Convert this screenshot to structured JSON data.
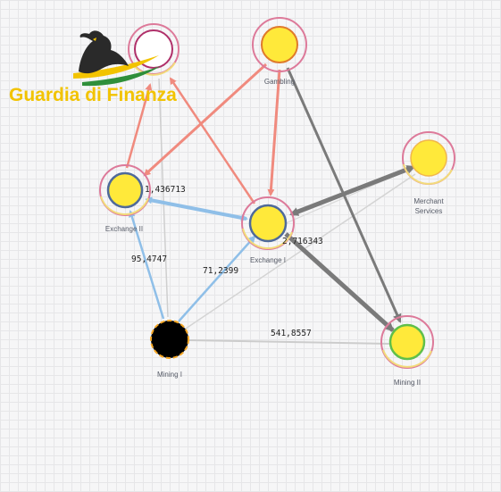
{
  "brand": {
    "text": "Guardia di Finanza",
    "logo_icon": "eagle-logo-icon",
    "text_color": "#f2c300"
  },
  "nodes": {
    "top_left": {
      "label": ""
    },
    "gambling": {
      "label": "Gambling"
    },
    "merchant": {
      "label_line1": "Merchant",
      "label_line2": "Services"
    },
    "exchange_ii": {
      "label": "Exchange II"
    },
    "exchange_i": {
      "label": "Exchange I"
    },
    "mining_i": {
      "label": "Mining I"
    },
    "mining_ii": {
      "label": "Mining II"
    }
  },
  "edge_labels": {
    "e_ex2_ex1": "1,436713",
    "e_mining1_ex2": "95,4747",
    "e_mining1_ex1": "71,2399",
    "e_ex1_mining2": "2,716343",
    "e_mining1_mining2": "541,8557"
  },
  "colors": {
    "node_fill": "#ffe93a",
    "node_stroke_blue": "#4f6a9a",
    "ring_pink": "#dd7a9a",
    "ring_yellow": "#f2db7a",
    "edge_red": "#f08a7e",
    "edge_blue": "#8fbfe8",
    "edge_gray": "#7a7a7a",
    "edge_light": "#cfcfcf",
    "mining_black": "#000000",
    "mining_ring_orange": "#f5a623",
    "mining2_stroke": "#5fbf4a"
  }
}
